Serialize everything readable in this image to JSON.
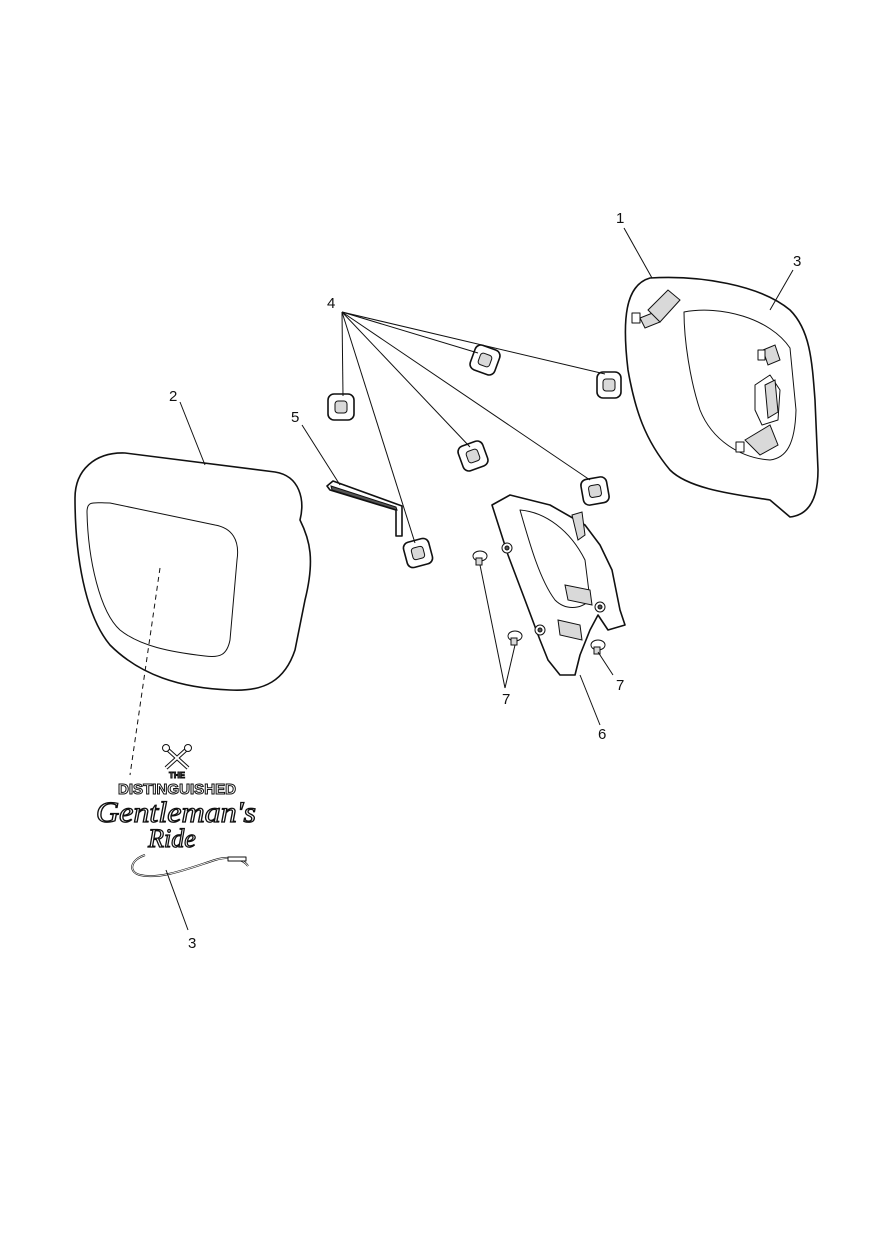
{
  "callouts": {
    "c1": "1",
    "c2": "2",
    "c3_right": "3",
    "c3_logo": "3",
    "c4": "4",
    "c5": "5",
    "c6": "6",
    "c7_left": "7",
    "c7_right": "7"
  },
  "logo": {
    "the": "THE",
    "distinguished": "DISTINGUISHED",
    "gentleman": "Gentleman's",
    "ride": "Ride"
  },
  "colors": {
    "line": "#111111",
    "background": "#ffffff",
    "shade": "#d9d9d9"
  }
}
